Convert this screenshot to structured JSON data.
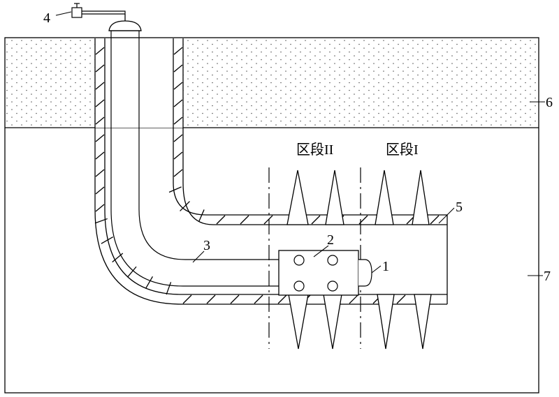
{
  "labels": {
    "n1": "1",
    "n2": "2",
    "n3": "3",
    "n4": "4",
    "n5": "5",
    "n6": "6",
    "n7": "7"
  },
  "sections": {
    "section_2": "区段II",
    "section_1": "区段I"
  }
}
